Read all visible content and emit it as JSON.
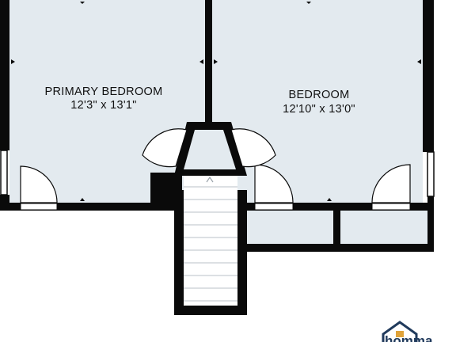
{
  "rooms": {
    "primary_bedroom": {
      "name": "PRIMARY BEDROOM",
      "dimensions": "12'3\" x 13'1\""
    },
    "bedroom": {
      "name": "BEDROOM",
      "dimensions": "12'10\" x 13'0\""
    }
  },
  "logo": {
    "text": "homma"
  },
  "colors": {
    "wall": "#0a0a0a",
    "floor": "#e3eaef",
    "background": "#ffffff",
    "logo": "#203a5c",
    "logo_accent": "#e0a33a"
  }
}
